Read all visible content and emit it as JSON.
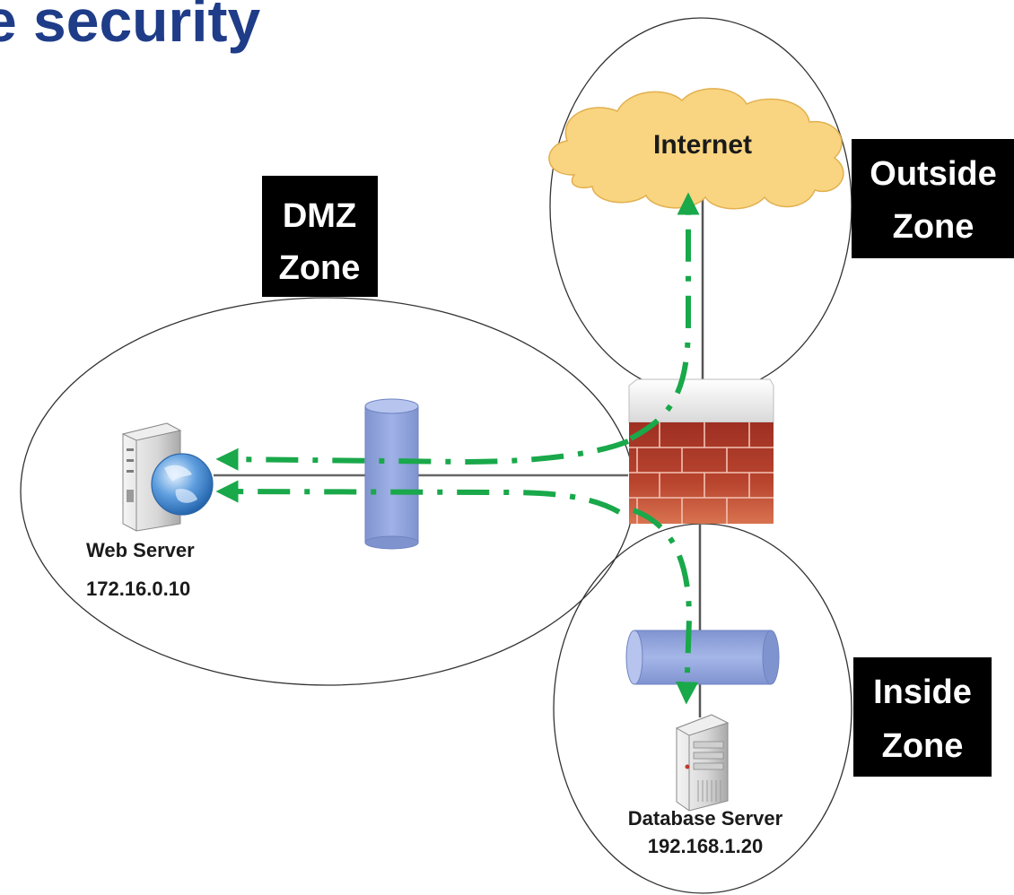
{
  "title": "e security",
  "zones": {
    "dmz": {
      "line1": "DMZ",
      "line2": "Zone"
    },
    "outside": {
      "line1": "Outside",
      "line2": "Zone"
    },
    "inside": {
      "line1": "Inside",
      "line2": "Zone"
    }
  },
  "nodes": {
    "internet": {
      "label": "Internet"
    },
    "web_server": {
      "name": "Web Server",
      "ip": "172.16.0.10"
    },
    "database_server": {
      "name": "Database Server",
      "ip": "192.168.1.20"
    }
  },
  "icons": {
    "cloud": "cloud-icon",
    "firewall": "brick-firewall-icon",
    "web_server": "globe-server-icon",
    "database_server": "tower-server-icon",
    "dmz_link": "cylinder-icon",
    "inside_link": "cylinder-icon"
  },
  "colors": {
    "title": "#1F3C88",
    "flow_arrows": "#19A84A",
    "zone_label_bg": "#000000",
    "zone_label_text": "#FFFFFF",
    "cloud_fill": "#F9D581",
    "firewall_brick": "#B7402F",
    "cylinder_fill": "#8EA2DC"
  }
}
